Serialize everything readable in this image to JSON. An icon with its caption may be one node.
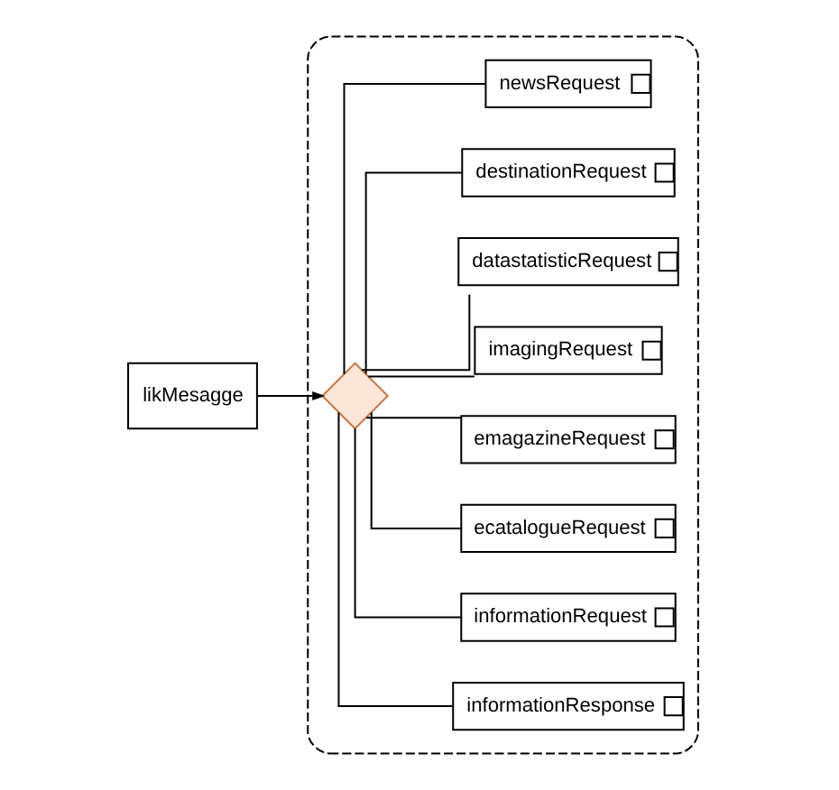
{
  "diagram": {
    "nodes": [
      {
        "text": [
          "likMesagge"
        ]
      },
      {
        "text": [],
        "shape": "box"
      },
      {
        "text": [],
        "shape": "diamond",
        "in": 1
      },
      {
        "text": [
          "newsRequest"
        ],
        "in": 1
      },
      {
        "text": [
          "destinationRequest"
        ],
        "in": 1
      },
      {
        "text": [
          "datastatisticRequest"
        ],
        "in": 1
      },
      {
        "text": [
          "imagingRequest"
        ],
        "in": 1
      },
      {
        "text": [
          "emagazineRequest"
        ],
        "in": 1
      },
      {
        "text": [
          "ecatalogueRequest"
        ],
        "in": 1
      },
      {
        "text": [
          "informationRequest"
        ],
        "in": 1
      },
      {
        "text": [
          "informationResponse"
        ],
        "in": 1
      }
    ],
    "edges": [
      {
        "from": 0,
        "to": 2,
        "arrow": "to"
      },
      {
        "from": 2,
        "to": 3,
        "arrow": "none"
      },
      {
        "from": 2,
        "to": 4,
        "arrow": "none"
      },
      {
        "from": 2,
        "to": 5,
        "arrow": "none"
      },
      {
        "from": 2,
        "to": 6,
        "arrow": "none"
      },
      {
        "from": 2,
        "to": 7,
        "arrow": "none"
      },
      {
        "from": 2,
        "to": 8,
        "arrow": "none"
      },
      {
        "from": 2,
        "to": 9,
        "arrow": "none"
      },
      {
        "from": 2,
        "to": 10,
        "arrow": "none"
      }
    ]
  }
}
